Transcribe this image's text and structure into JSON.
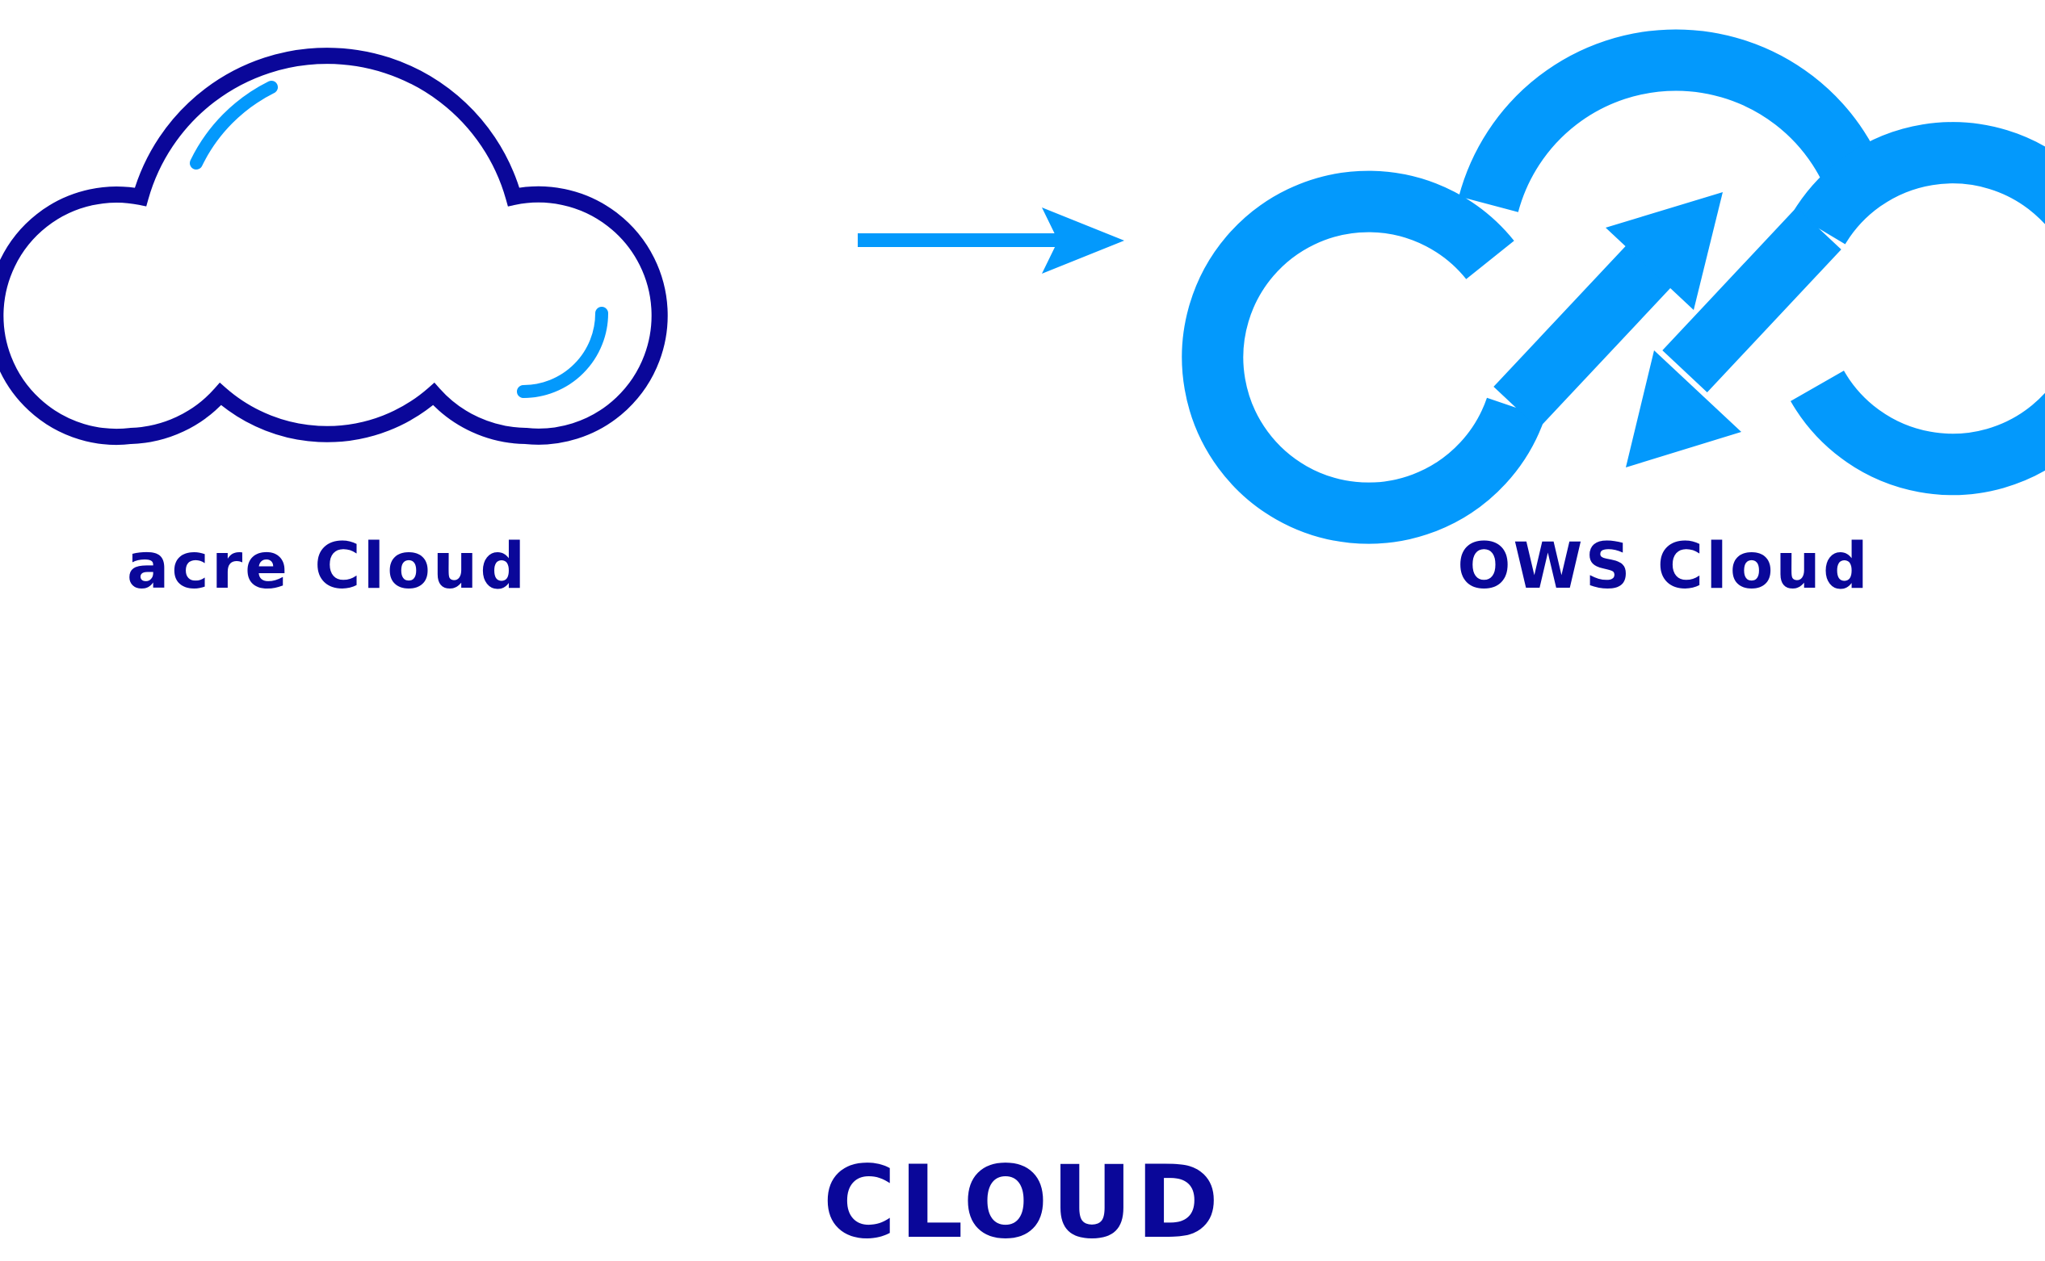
{
  "colors": {
    "navy": "#0a0799",
    "blue": "#0399fc",
    "background": "#ffffff"
  },
  "source": {
    "label": "acre Cloud",
    "icon": "outline-cloud-icon"
  },
  "connector": {
    "icon": "arrow-right-icon"
  },
  "target": {
    "label": "OWS Cloud",
    "icon": "sync-cloud-icon"
  },
  "footer": {
    "title": "CLOUD"
  }
}
